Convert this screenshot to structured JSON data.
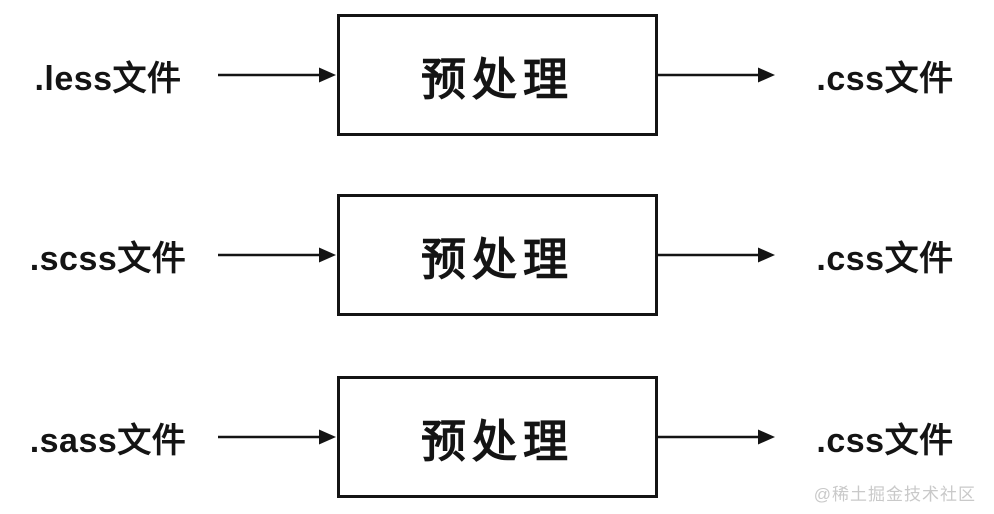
{
  "diagram": {
    "title_hint": "CSS preprocessor flow diagram",
    "rows": [
      {
        "source": ".less文件",
        "process": "预处理",
        "output": ".css文件"
      },
      {
        "source": ".scss文件",
        "process": "预处理",
        "output": ".css文件"
      },
      {
        "source": ".sass文件",
        "process": "预处理",
        "output": ".css文件"
      }
    ],
    "watermark": "@稀土掘金技术社区",
    "colors": {
      "background": "#ffffff",
      "line": "#141414",
      "text": "#141414",
      "watermark": "#c9c9c9"
    }
  }
}
